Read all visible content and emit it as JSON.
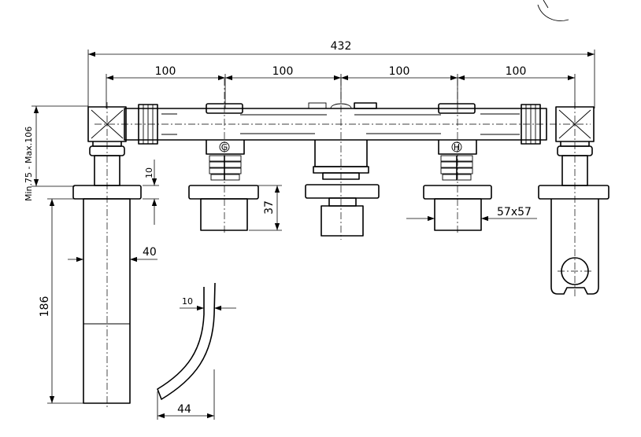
{
  "dimensions": {
    "overall_width": "432",
    "spacing_1": "100",
    "spacing_2": "100",
    "spacing_3": "100",
    "spacing_4": "100",
    "wall_depth": "Min.75 - Max.106",
    "nut_height": "10",
    "handle_height": "37",
    "handle_size": "57x57",
    "spout_diameter": "40",
    "spout_length": "186",
    "spout_thickness": "10",
    "spout_projection": "44"
  },
  "valve_labels": {
    "cold": "G",
    "hot": "H"
  }
}
